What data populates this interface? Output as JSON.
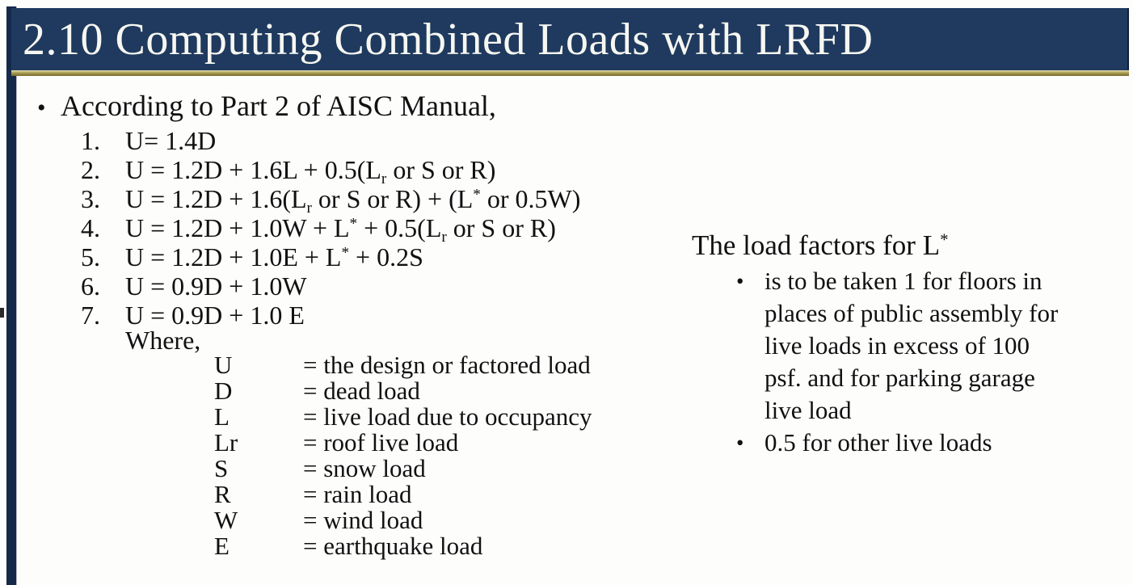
{
  "title": "2.10 Computing Combined Loads with LRFD",
  "colors": {
    "title_bar_navy": "#1f3a5e",
    "left_bar_navy": "#15294b",
    "gold_accent": "#a99c4f",
    "background": "#fdfdfc",
    "body_text": "#111111",
    "title_text": "#f7f7f2"
  },
  "main": {
    "bullet_marker": "•",
    "intro": "According to Part 2 of AISC Manual,",
    "equations": [
      {
        "num": "1.",
        "segments": [
          {
            "t": "text",
            "v": "U= 1.4D"
          }
        ]
      },
      {
        "num": "2.",
        "segments": [
          {
            "t": "text",
            "v": "U = 1.2D + 1.6L + 0.5(L"
          },
          {
            "t": "sub",
            "v": "r"
          },
          {
            "t": "text",
            "v": " or S or R)"
          }
        ]
      },
      {
        "num": "3.",
        "segments": [
          {
            "t": "text",
            "v": "U = 1.2D + 1.6(L"
          },
          {
            "t": "sub",
            "v": "r"
          },
          {
            "t": "text",
            "v": " or S or R) + (L"
          },
          {
            "t": "sup",
            "v": "*"
          },
          {
            "t": "text",
            "v": " or 0.5W)"
          }
        ]
      },
      {
        "num": "4.",
        "segments": [
          {
            "t": "text",
            "v": "U = 1.2D + 1.0W + L"
          },
          {
            "t": "sup",
            "v": "*"
          },
          {
            "t": "text",
            "v": " + 0.5(L"
          },
          {
            "t": "sub",
            "v": "r"
          },
          {
            "t": "text",
            "v": " or S or R)"
          }
        ]
      },
      {
        "num": "5.",
        "segments": [
          {
            "t": "text",
            "v": "U = 1.2D + 1.0E + L"
          },
          {
            "t": "sup",
            "v": "*"
          },
          {
            "t": "text",
            "v": " + 0.2S"
          }
        ]
      },
      {
        "num": "6.",
        "segments": [
          {
            "t": "text",
            "v": "U = 0.9D + 1.0W"
          }
        ]
      },
      {
        "num": "7.",
        "segments": [
          {
            "t": "text",
            "v": "U = 0.9D + 1.0 E"
          }
        ]
      }
    ],
    "where_label": "Where,",
    "definitions": [
      {
        "symbol": "U",
        "meaning": "= the design or factored load"
      },
      {
        "symbol": "D",
        "meaning": "= dead load"
      },
      {
        "symbol": "L",
        "meaning": "= live load due to occupancy"
      },
      {
        "symbol": "Lr",
        "meaning": "= roof live load"
      },
      {
        "symbol": "S",
        "meaning": "= snow load"
      },
      {
        "symbol": "R",
        "meaning": "= rain load"
      },
      {
        "symbol": "W",
        "meaning": "= wind load"
      },
      {
        "symbol": "E",
        "meaning": "= earthquake load"
      }
    ]
  },
  "aside": {
    "heading_segments": [
      {
        "t": "text",
        "v": "The load factors for L"
      },
      {
        "t": "sup",
        "v": "*"
      }
    ],
    "bullets": [
      {
        "marker": "•",
        "lines": [
          "is to be taken 1 for floors in",
          "places of public assembly for",
          "live loads in excess of 100",
          "psf. and for parking garage",
          "live load"
        ]
      },
      {
        "marker": "•",
        "lines": [
          "0.5 for other live loads"
        ]
      }
    ]
  }
}
